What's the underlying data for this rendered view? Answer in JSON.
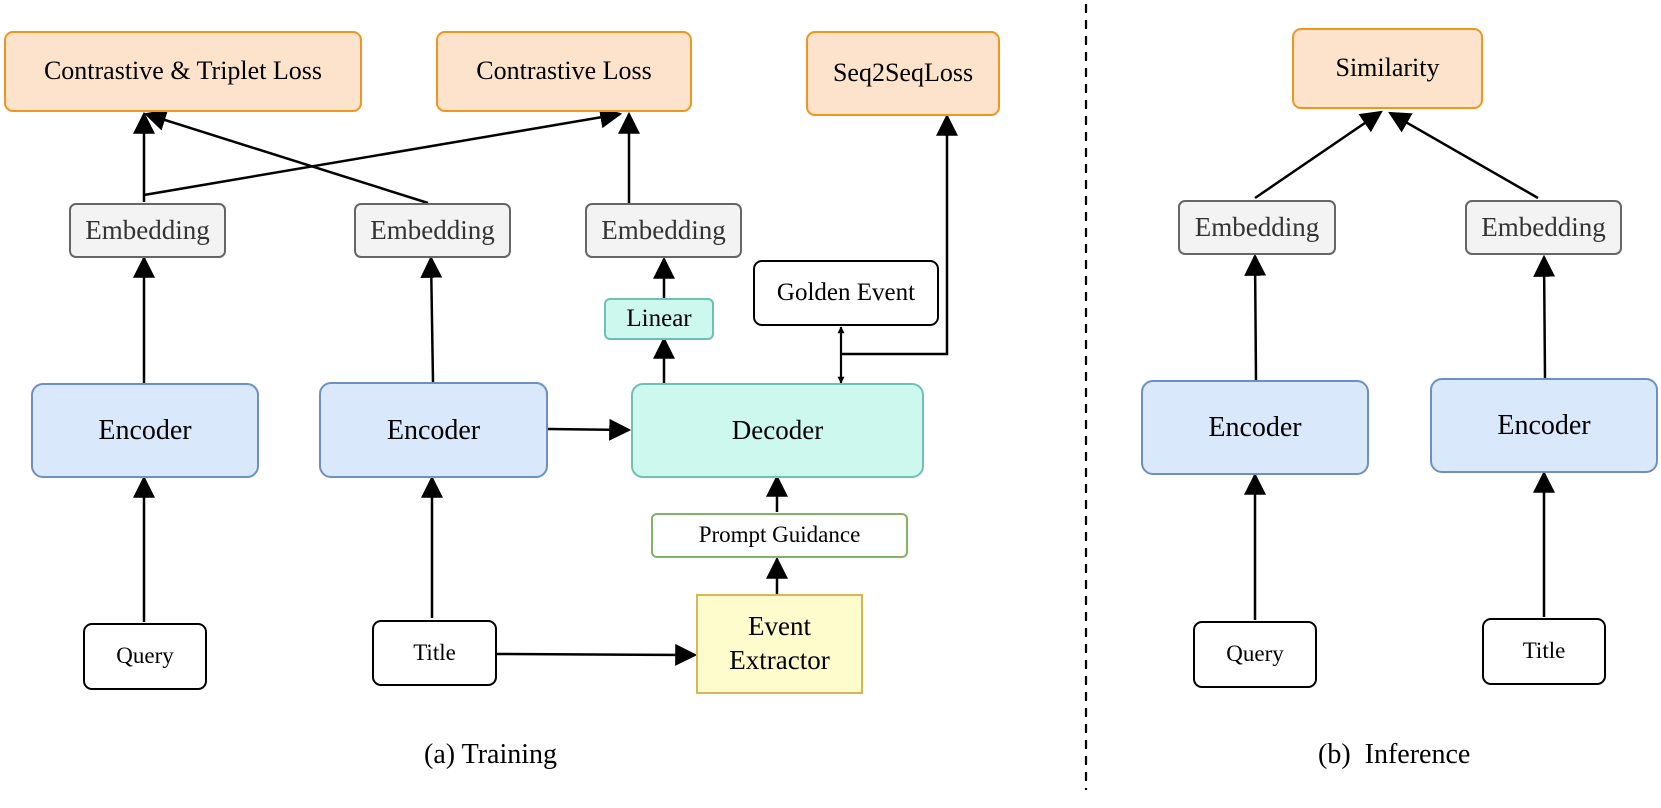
{
  "training": {
    "caption": "(a) Training",
    "losses": {
      "contrastive_triplet": "Contrastive & Triplet Loss",
      "contrastive": "Contrastive Loss",
      "seq2seq": "Seq2SeqLoss"
    },
    "embedding_label": "Embedding",
    "encoder_label": "Encoder",
    "decoder_label": "Decoder",
    "linear_label": "Linear",
    "golden_event_label": "Golden Event",
    "prompt_guidance_label": "Prompt Guidance",
    "event_extractor_label": "Event Extractor",
    "query_label": "Query",
    "title_label": "Title"
  },
  "inference": {
    "caption": "(b)  Inference",
    "similarity_label": "Similarity",
    "embedding_label": "Embedding",
    "encoder_label": "Encoder",
    "query_label": "Query",
    "title_label": "Title"
  }
}
